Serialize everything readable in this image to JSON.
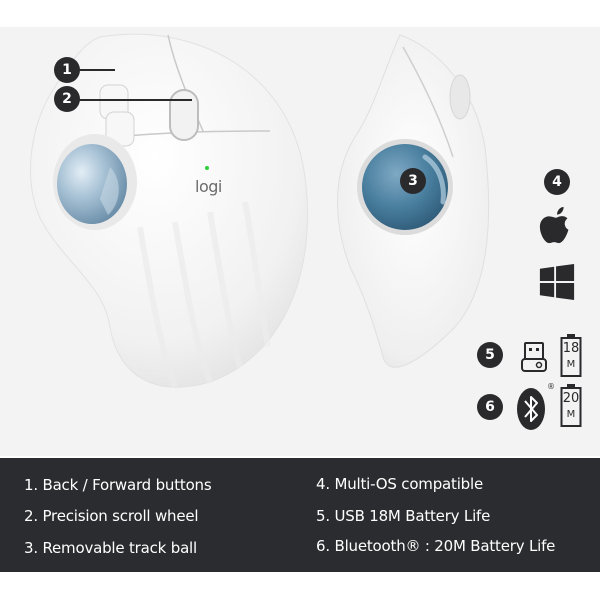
{
  "product": {
    "brand_logo": "logi",
    "status_led_color": "#2ed13a",
    "trackball_color_front": "#9cb8cc",
    "trackball_color_side": "#4f86a6"
  },
  "callouts": [
    {
      "number": "1",
      "target": "back-forward-buttons"
    },
    {
      "number": "2",
      "target": "scroll-wheel"
    },
    {
      "number": "3",
      "target": "track-ball"
    },
    {
      "number": "4",
      "target": "multi-os-icons"
    },
    {
      "number": "5",
      "target": "usb-receiver-battery"
    },
    {
      "number": "6",
      "target": "bluetooth-battery"
    }
  ],
  "os_icons": [
    {
      "name": "apple-icon"
    },
    {
      "name": "windows-icon"
    }
  ],
  "connectivity": {
    "usb": {
      "icon": "usb-receiver-icon",
      "battery_value": "18",
      "battery_unit": "M"
    },
    "bluetooth": {
      "icon": "bluetooth-icon",
      "registered_mark": "®",
      "battery_value": "20",
      "battery_unit": "M"
    }
  },
  "features": {
    "left": [
      "1. Back / Forward buttons",
      "2. Precision scroll wheel",
      "3. Removable track ball"
    ],
    "right": [
      "4. Multi-OS compatible",
      "5. USB 18M Battery Life",
      "6. Bluetooth® : 20M Battery Life"
    ]
  },
  "colors": {
    "background": "#f3f3f3",
    "panel": "#2b2c2f",
    "badge": "#2a2a2c",
    "panel_text": "#ffffff"
  }
}
